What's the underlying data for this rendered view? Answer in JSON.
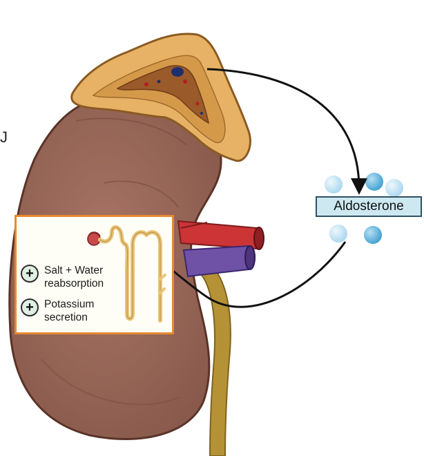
{
  "page": {
    "edge_letter": "J"
  },
  "hormone": {
    "label": "Aldosterone"
  },
  "nephron_panel": {
    "effects": [
      {
        "icon": "plus-icon",
        "text": "Salt + Water\nreabsorption"
      },
      {
        "icon": "plus-icon",
        "text": "Potassium\nsecretion"
      }
    ]
  },
  "colors": {
    "kidney": "#9a6657",
    "adrenal_cortex": "#e7b265",
    "adrenal_medulla": "#9a5a2a",
    "artery": "#cc3436",
    "vein": "#6f52a6",
    "ureter": "#b69236",
    "molecule": "#6ab7dd",
    "panel_border": "#e58a30",
    "label_fill": "#cde8f1"
  }
}
